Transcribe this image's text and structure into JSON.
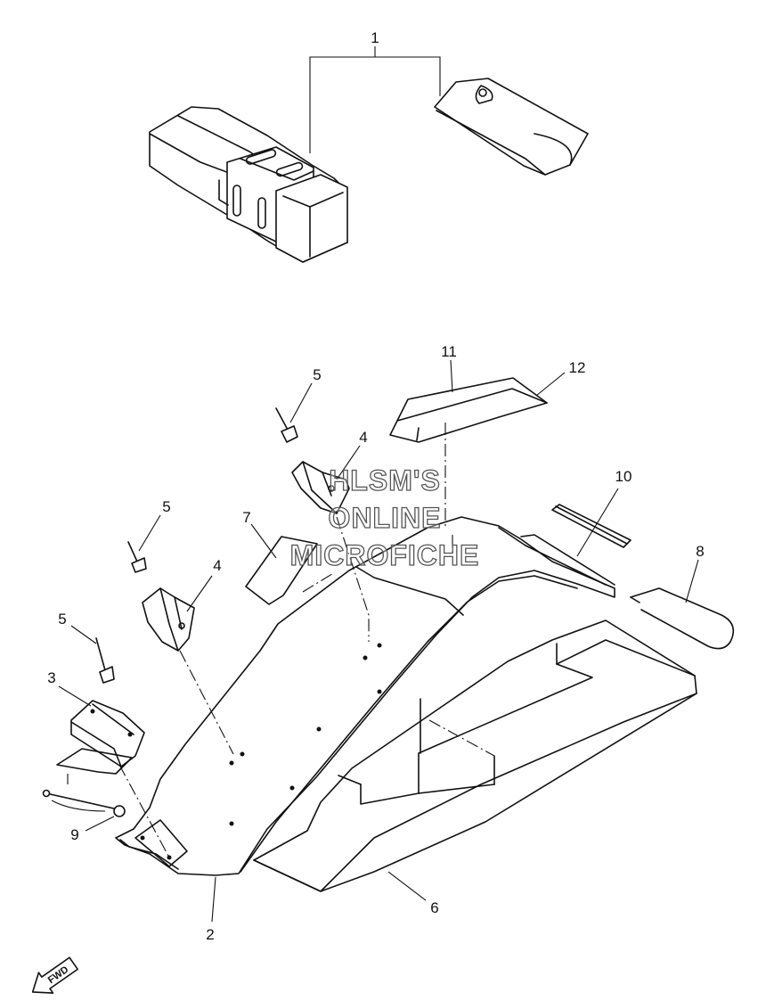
{
  "callouts": {
    "c1": "1",
    "c2": "2",
    "c3": "3",
    "c4a": "4",
    "c4b": "4",
    "c5a": "5",
    "c5b": "5",
    "c5c": "5",
    "c6": "6",
    "c7": "7",
    "c8": "8",
    "c9": "9",
    "c10": "10",
    "c11": "11",
    "c12": "12"
  },
  "watermark": {
    "line1": "HLSM'S",
    "line2": "ONLINE",
    "line3": "MICROFICHE"
  },
  "fwd_arrow": {
    "label": "FWD"
  },
  "colors": {
    "ink": "#111111",
    "paper": "#ffffff",
    "watermark_outline": "#555555"
  }
}
